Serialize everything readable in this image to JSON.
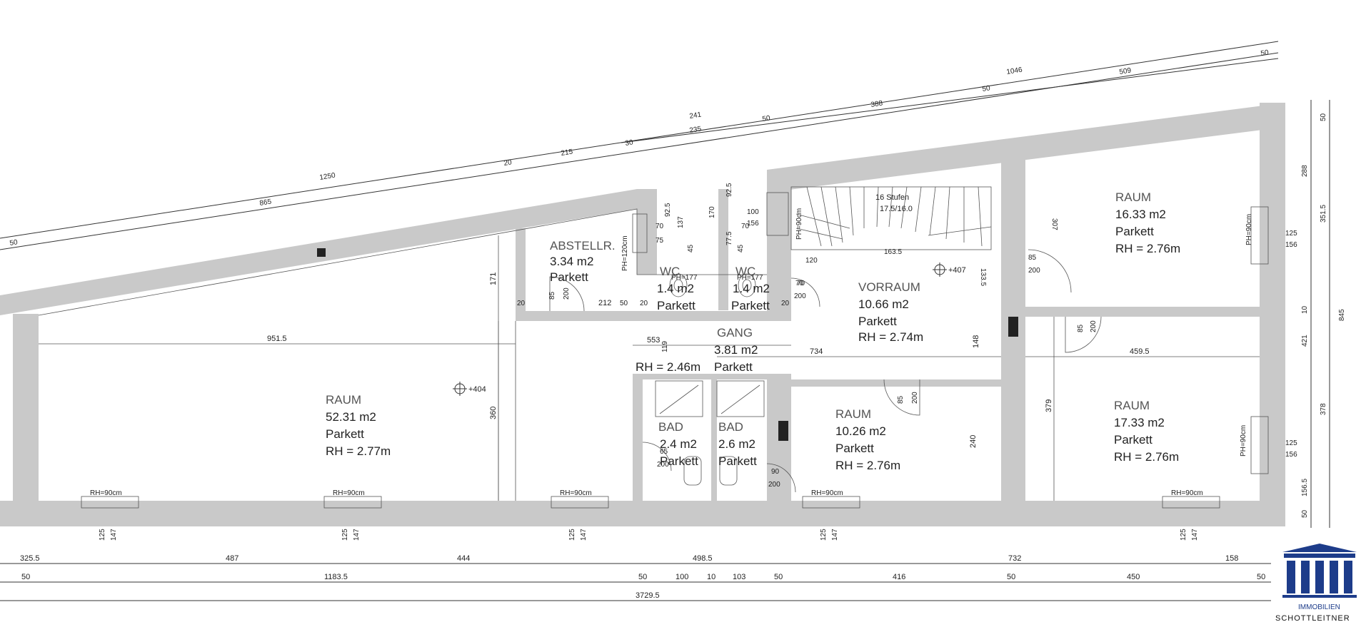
{
  "rooms": {
    "big_raum": {
      "name": "RAUM",
      "area": "52.31 m2",
      "floor": "Parkett",
      "rh": "RH = 2.77m"
    },
    "abstell": {
      "name": "ABSTELLR.",
      "area": "3.34 m2",
      "floor": "Parkett"
    },
    "wc1": {
      "name": "WC",
      "area": "1.4 m2",
      "floor": "Parkett"
    },
    "wc2": {
      "name": "WC",
      "area": "1.4 m2",
      "floor": "Parkett"
    },
    "gang": {
      "name": "GANG",
      "area": "3.81 m2",
      "floor": "Parkett",
      "rh": "RH = 2.46m"
    },
    "vorraum": {
      "name": "VORRAUM",
      "area": "10.66 m2",
      "floor": "Parkett",
      "rh": "RH = 2.74m"
    },
    "bad1": {
      "name": "BAD",
      "area": "2.4 m2",
      "floor": "Parkett"
    },
    "bad2": {
      "name": "BAD",
      "area": "2.6 m2",
      "floor": "Parkett"
    },
    "raum_mid": {
      "name": "RAUM",
      "area": "10.26 m2",
      "floor": "Parkett",
      "rh": "RH = 2.76m"
    },
    "raum_tr": {
      "name": "RAUM",
      "area": "16.33 m2",
      "floor": "Parkett",
      "rh": "RH = 2.76m"
    },
    "raum_br": {
      "name": "RAUM",
      "area": "17.33 m2",
      "floor": "Parkett",
      "rh": "RH = 2.76m"
    }
  },
  "stairs": {
    "label1": "16 Stufen",
    "label2": "17.5/16.0"
  },
  "levels": {
    "l1": "+404",
    "l2": "+407"
  },
  "window_labels": {
    "rh90": "RH=90cm",
    "ph90": "PH=90cm",
    "ph177": "PH=177",
    "ph120": "PH=120cm"
  },
  "dims_bottom_row1": [
    "325.5",
    "487",
    "444",
    "498.5",
    "732",
    "158"
  ],
  "dims_bottom_row2": [
    "50",
    "1183.5",
    "50",
    "100",
    "10",
    "103",
    "50",
    "416",
    "50",
    "450",
    "50"
  ],
  "dims_bottom_total": "3729.5",
  "dims_top": [
    "50",
    "865",
    "1250",
    "20",
    "215",
    "30",
    "241",
    "235",
    "50",
    "388",
    "50",
    "1046",
    "509",
    "50"
  ],
  "dims_right": [
    "50",
    "288",
    "351.5",
    "10",
    "421",
    "845",
    "378",
    "156.5",
    "50"
  ],
  "dims_inner": {
    "d951": "951.5",
    "d553": "553",
    "d734": "734",
    "d459": "459.5",
    "d171": "171",
    "d360": "360",
    "d148": "148",
    "d240": "240",
    "d379": "379",
    "d212": "212",
    "d20a": "20",
    "d50a": "50",
    "d20b": "20",
    "d20c": "20",
    "d92a": "92.5",
    "d137": "137",
    "d170": "170",
    "d92b": "92.5",
    "d77": "77.5",
    "d45a": "45",
    "d45b": "45",
    "d70a": "70",
    "d75": "75",
    "d70b": "70",
    "d70c": "70",
    "d100": "100",
    "d156a": "156",
    "d125a": "125",
    "d156b": "156",
    "d125b": "125",
    "d156c": "156",
    "d163": "163.5",
    "d120": "120",
    "d133": "133.5",
    "d307": "307",
    "d119": "119",
    "d125w": "125",
    "d147w": "147"
  },
  "doors": {
    "d85_200a": [
      "85",
      "200"
    ],
    "d85_200b": [
      "85",
      "200"
    ],
    "d85_200c": [
      "85",
      "200"
    ],
    "d85_200d": [
      "85",
      "200"
    ],
    "d65_200": [
      "65",
      "200"
    ],
    "d90_200": [
      "90",
      "200"
    ],
    "d70_200": [
      "70",
      "200"
    ]
  },
  "logo": {
    "line1": "IMMOBILIEN",
    "line2": "SCHOTTLEITNER",
    "color": "#1d3c8a"
  }
}
